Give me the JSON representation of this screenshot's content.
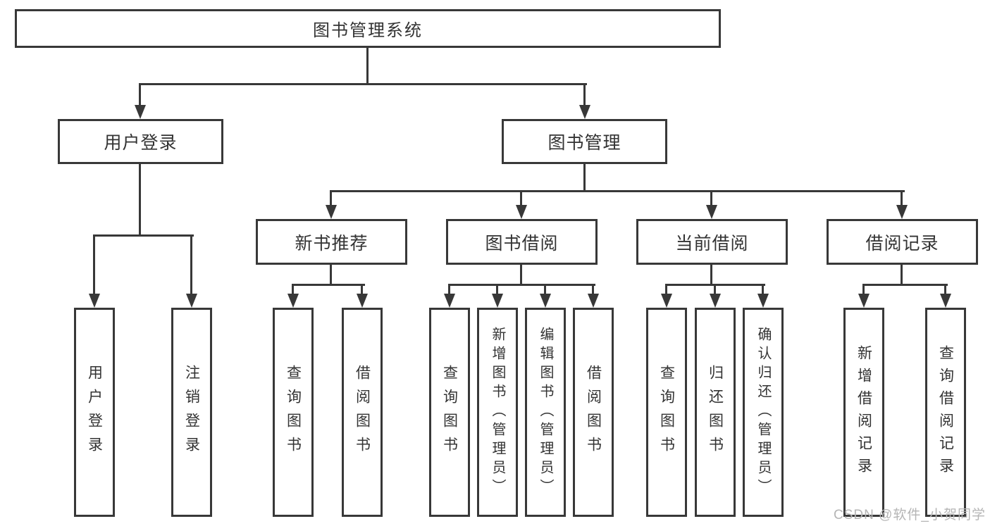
{
  "diagram_title": "图书管理系统",
  "tree": {
    "label": "图书管理系统",
    "children": [
      {
        "label": "用户登录",
        "children": [
          {
            "label": "用户登录"
          },
          {
            "label": "注销登录"
          }
        ]
      },
      {
        "label": "图书管理",
        "children": [
          {
            "label": "新书推荐",
            "children": [
              {
                "label": "查询图书"
              },
              {
                "label": "借阅图书"
              }
            ]
          },
          {
            "label": "图书借阅",
            "children": [
              {
                "label": "查询图书"
              },
              {
                "label": "新增图书（管理员）"
              },
              {
                "label": "编辑图书（管理员）"
              },
              {
                "label": "借阅图书"
              }
            ]
          },
          {
            "label": "当前借阅",
            "children": [
              {
                "label": "查询图书"
              },
              {
                "label": "归还图书"
              },
              {
                "label": "确认归还（管理员）"
              }
            ]
          },
          {
            "label": "借阅记录",
            "children": [
              {
                "label": "新增借阅记录"
              },
              {
                "label": "查询借阅记录"
              }
            ]
          }
        ]
      }
    ]
  },
  "watermark": "CSDN @软件_小贺同学",
  "colors": {
    "line": "#383838",
    "text": "#333333",
    "watermark": "#b5b5b5",
    "background": "#ffffff"
  }
}
